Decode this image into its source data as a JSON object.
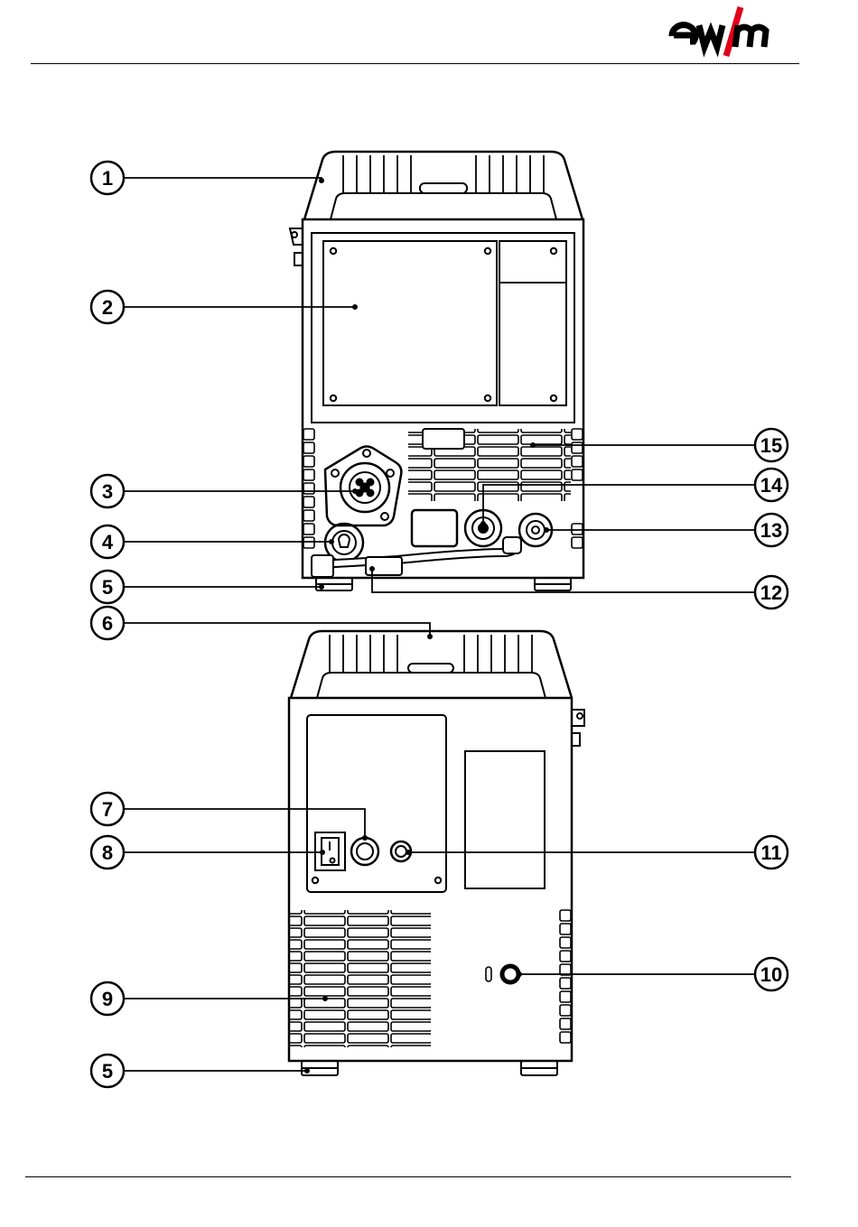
{
  "header": {
    "logo_text": "ewm",
    "brand_color": "#e2001a"
  },
  "callouts": [
    {
      "id": "1"
    },
    {
      "id": "2"
    },
    {
      "id": "3"
    },
    {
      "id": "4"
    },
    {
      "id": "5a",
      "label": "5"
    },
    {
      "id": "6"
    },
    {
      "id": "7"
    },
    {
      "id": "8"
    },
    {
      "id": "9"
    },
    {
      "id": "5b",
      "label": "5"
    },
    {
      "id": "15"
    },
    {
      "id": "14"
    },
    {
      "id": "13"
    },
    {
      "id": "12"
    },
    {
      "id": "11"
    },
    {
      "id": "10"
    }
  ],
  "labels": {
    "c1": "1",
    "c2": "2",
    "c3": "3",
    "c4": "4",
    "c5a": "5",
    "c6": "6",
    "c7": "7",
    "c8": "8",
    "c9": "9",
    "c5b": "5",
    "c15": "15",
    "c14": "14",
    "c13": "13",
    "c12": "12",
    "c11": "11",
    "c10": "10"
  }
}
